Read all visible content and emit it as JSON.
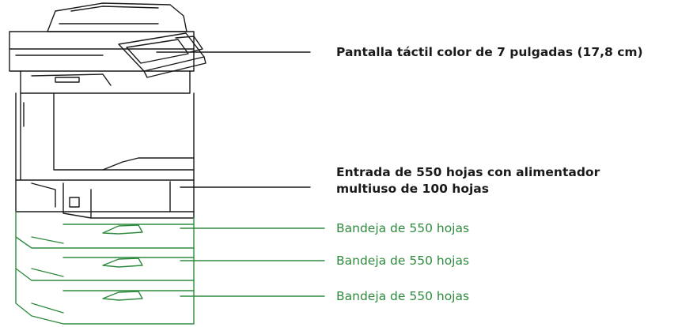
{
  "colors": {
    "ink": "#1a1a1a",
    "accent_green": "#2e8b3e",
    "background": "#ffffff"
  },
  "callouts": {
    "touchscreen": "Pantalla táctil color de 7 pulgadas (17,8 cm)",
    "input_line1": "Entrada de 550 hojas con alimentador",
    "input_line2": "multiuso de 100 hojas",
    "tray1": "Bandeja de 550 hojas",
    "tray2": "Bandeja de 550 hojas",
    "tray3": "Bandeja de 550 hojas"
  }
}
